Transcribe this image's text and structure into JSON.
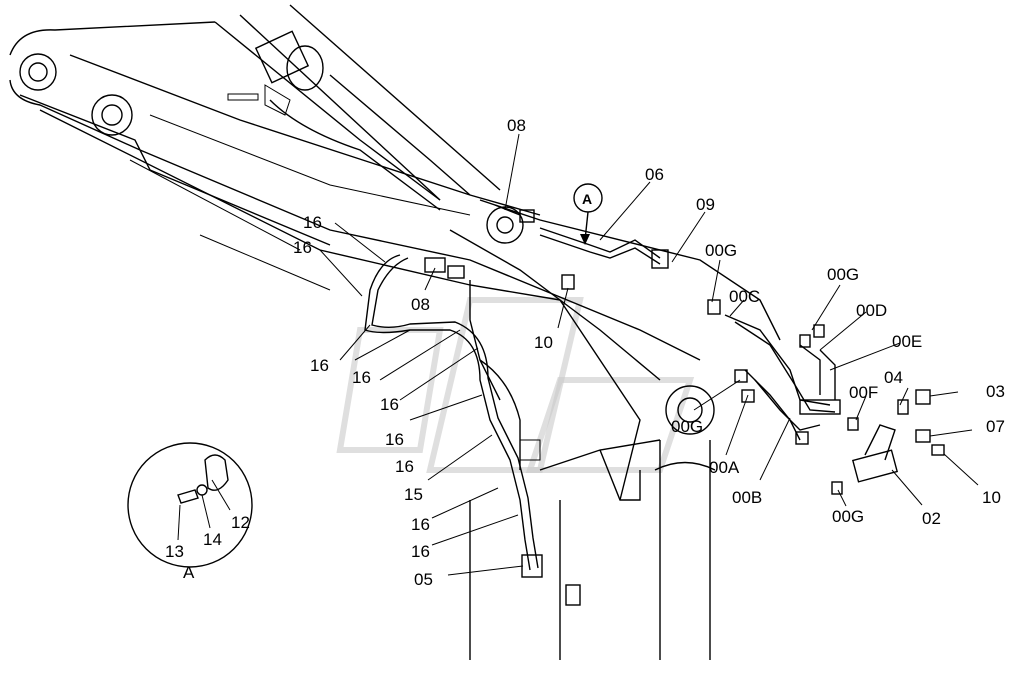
{
  "labels": {
    "l08a": "08",
    "l06": "06",
    "l09": "09",
    "l00G_top": "00G",
    "l16a": "16",
    "l16b": "16",
    "l08b": "08",
    "l10a": "10",
    "l00C": "00C",
    "l00G_r": "00G",
    "l00D": "00D",
    "l00E": "00E",
    "l16c": "16",
    "l16d": "16",
    "l16e": "16",
    "l16f": "16",
    "l16g": "16",
    "l04": "04",
    "l03": "03",
    "l00F": "00F",
    "l00G_mid": "00G",
    "l07": "07",
    "l00A": "00A",
    "l15": "15",
    "l10b": "10",
    "l00B": "00B",
    "l00G_bot": "00G",
    "l02": "02",
    "l16h": "16",
    "l12": "12",
    "l16i": "16",
    "l14": "14",
    "l13": "13",
    "l05": "05"
  },
  "detail_view": {
    "marker": "A",
    "caption": "A"
  }
}
